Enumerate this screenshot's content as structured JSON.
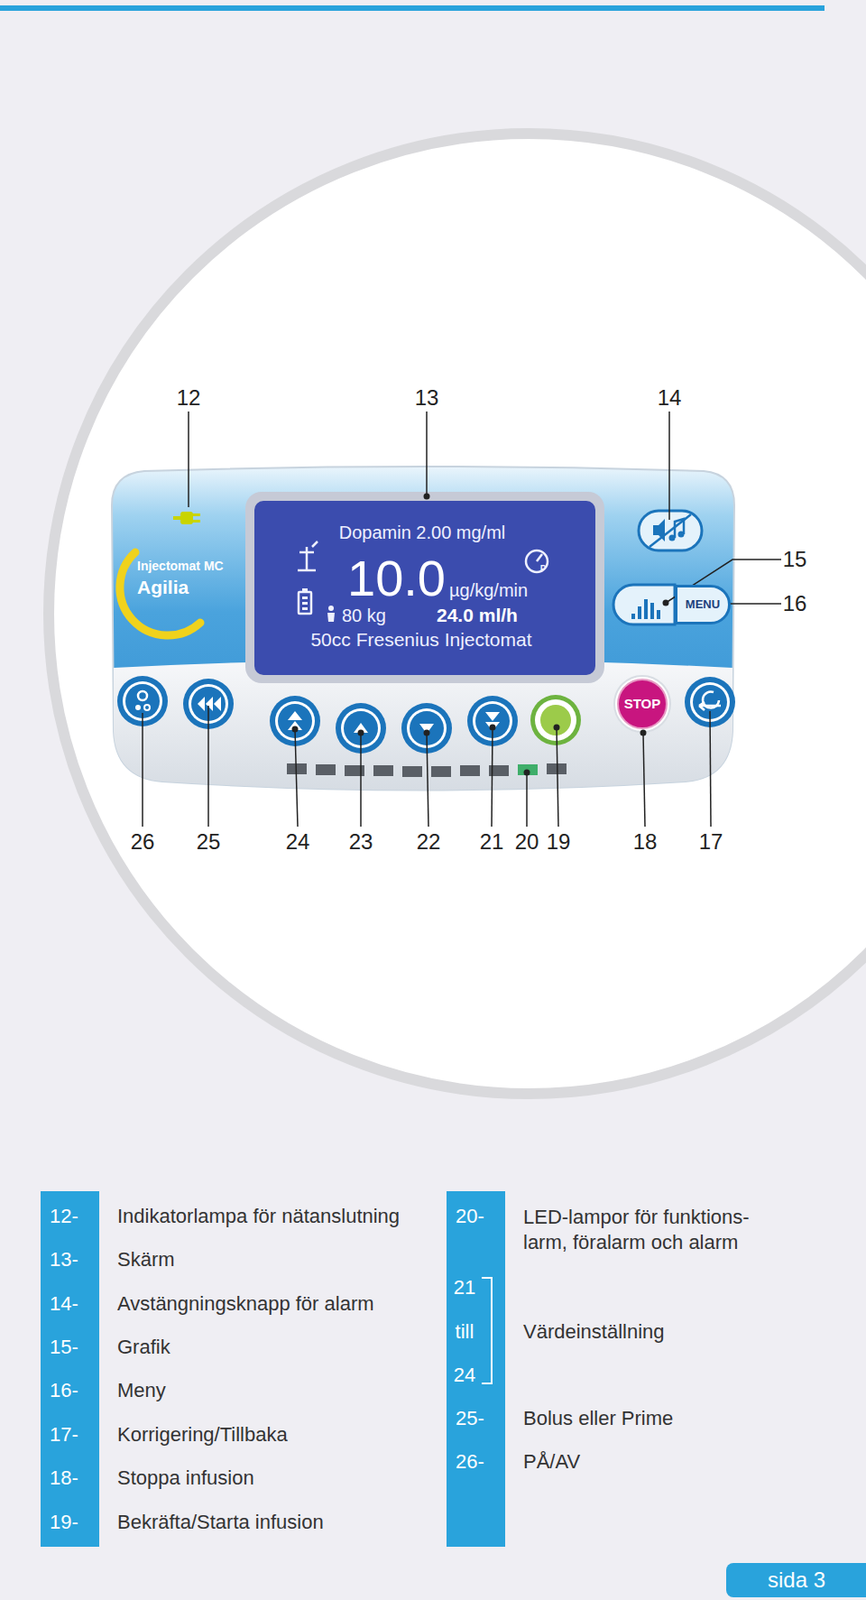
{
  "diagram": {
    "nodes": [
      {
        "text": [
          "Dopamin 2.00 mg/ml",
          "10.0",
          "µg/kg/min",
          "P",
          "80 kg",
          "24.0 ml/h",
          "50cc Fresenius Injectomat"
        ]
      },
      {
        "text": [
          "MENU"
        ]
      },
      {
        "text": [
          "STOP"
        ]
      },
      {
        "text": [
          "sida 3"
        ]
      }
    ],
    "labels": [
      "12",
      "13",
      "14",
      "15",
      "16",
      "26",
      "25",
      "24",
      "23",
      "22",
      "21",
      "20",
      "19",
      "18",
      "17",
      "Injectomat MC",
      "Agilia",
      "12-",
      "Indikatorlampa för nätanslutning",
      "13-",
      "Skärm",
      "14-",
      "Avstängningsknapp för alarm",
      "15-",
      "Grafik",
      "16-",
      "Meny",
      "17-",
      "Korrigering/Tillbaka",
      "18-",
      "Stoppa infusion",
      "19-",
      "Bekräfta/Starta infusion",
      "20-",
      "LED-lampor för funktions- larm, föralarm och alarm",
      "21",
      "till",
      "24",
      "Värdeinställning",
      "25-",
      "Bolus eller Prime",
      "26-",
      "PÅ/AV"
    ]
  }
}
